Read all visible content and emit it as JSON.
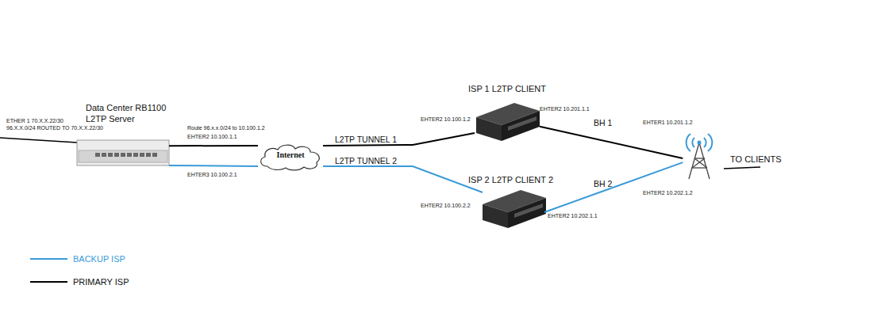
{
  "diagram": {
    "nodes": [
      {
        "text": [
          "Data Center RB1100 L2TP Server"
        ]
      },
      {
        "text": [
          "Internet"
        ]
      },
      {
        "text": [
          "ISP 1 L2TP CLIENT"
        ]
      },
      {
        "text": [
          "ISP 2 L2TP CLIENT 2"
        ]
      },
      {
        "text": [
          "TO CLIENTS"
        ]
      }
    ],
    "edges": [
      {
        "from": 0,
        "to": 1,
        "arrow": "none"
      },
      {
        "from": 0,
        "to": 1,
        "arrow": "none"
      },
      {
        "from": 1,
        "to": 2,
        "label": "L2TP TUNNEL 1",
        "arrow": "none"
      },
      {
        "from": 1,
        "to": 3,
        "label": "L2TP TUNNEL 2",
        "arrow": "none"
      },
      {
        "from": 2,
        "to": 4,
        "label": "BH 1",
        "arrow": "none"
      },
      {
        "from": 3,
        "to": 4,
        "label": "BH 2",
        "arrow": "none"
      }
    ],
    "labels": [
      "ETHER 1 70.X.X.22/30",
      "96.X.X.0/24 ROUTED TO 70.X.X.22/30",
      "Route 96.x.x.0/24 to 10.100.1.2",
      "EHTER2 10.100.1.1",
      "EHTER3 10.100.2.1",
      "EHTER2 10.100.1.2",
      "EHTER2 10.201.1.1",
      "EHTER1 10.201.1.2",
      "EHTER2 10.100.2.2",
      "EHTER2 10.202.1.1",
      "EHTER2 10.202.1.2"
    ],
    "legend": [
      {
        "text": "BACKUP ISP"
      },
      {
        "text": "PRIMARY ISP"
      }
    ]
  }
}
